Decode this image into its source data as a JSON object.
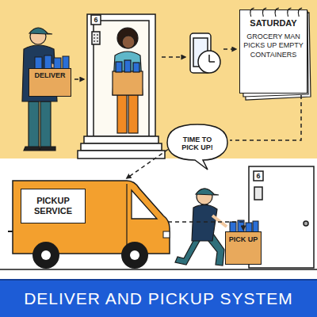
{
  "diagram": {
    "title": "DELIVER AND PICKUP SYSTEM",
    "nodes": [
      {
        "text": [
          "DELIVER"
        ]
      },
      {
        "text": [
          "SATURDAY",
          "GROCERY MAN PICKS UP EMPTY CONTAINERS"
        ]
      },
      {
        "text": [
          "TIME TO PICK UP!"
        ]
      },
      {
        "text": [
          "PICKUP SERVICE"
        ]
      },
      {
        "text": [
          "PICK UP"
        ]
      }
    ],
    "edges": [
      {
        "from": 1,
        "to": 2,
        "arrow": "none"
      },
      {
        "from": 2,
        "to": 3,
        "arrow": "to"
      },
      {
        "from": 3,
        "to": 4,
        "arrow": "to"
      }
    ],
    "labels": [
      "6",
      "6"
    ]
  }
}
